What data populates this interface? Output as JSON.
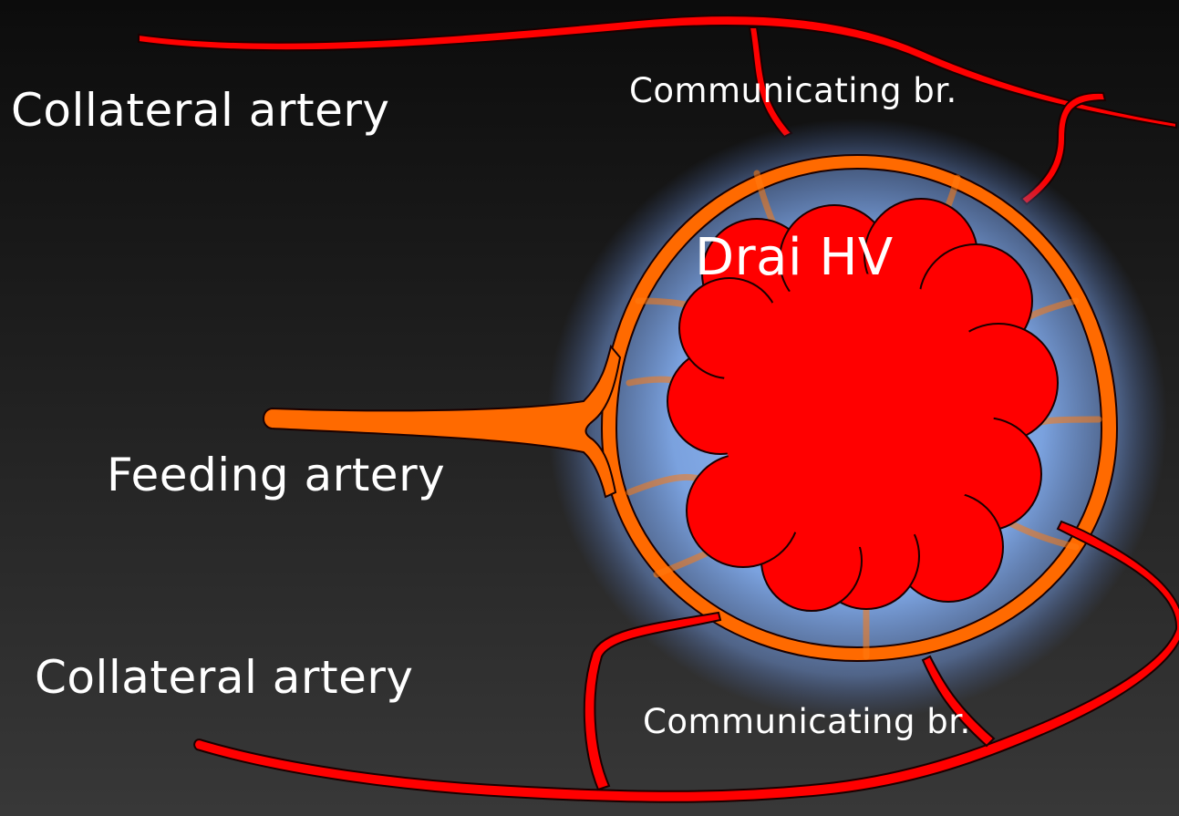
{
  "labels": {
    "collateral_top": "Collateral artery",
    "communicating_top": "Communicating br.",
    "feeding": "Feeding artery",
    "collateral_bottom": "Collateral artery",
    "communicating_bottom": "Communicating br.",
    "draining_partial": "Drai        HV"
  },
  "colors": {
    "artery": "#ff0000",
    "feeding_network": "#ff6a00",
    "tumor": "#ff0000",
    "glow": "#8fb8f0",
    "outline": "#1a0000",
    "text": "#ffffff"
  }
}
